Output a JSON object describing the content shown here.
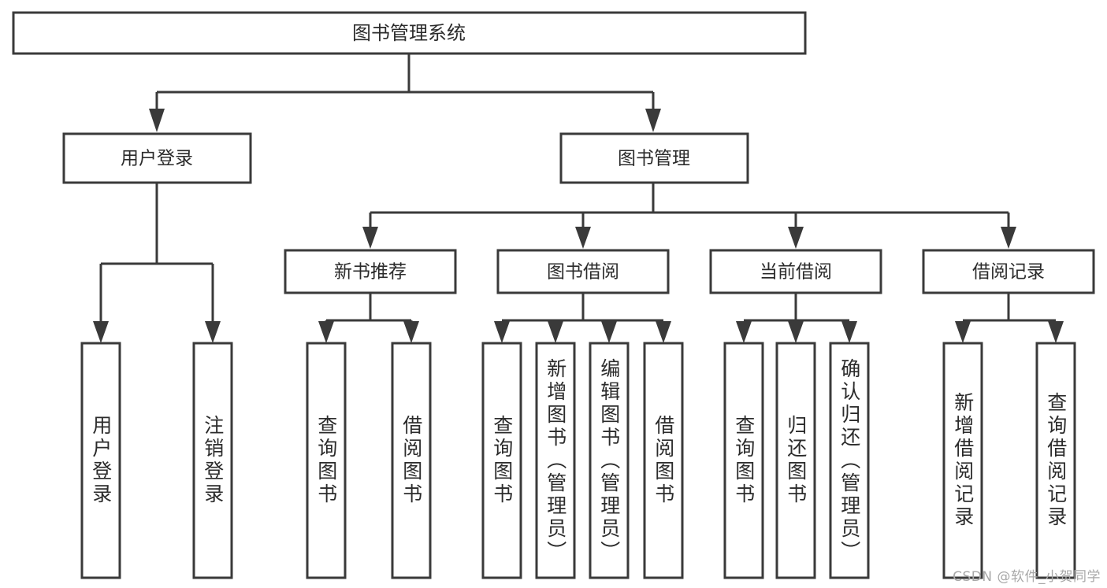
{
  "diagram": {
    "title": "图书管理系统",
    "type": "tree-hierarchy-chart",
    "root": {
      "label": "图书管理系统"
    },
    "level2": [
      {
        "label": "用户登录"
      },
      {
        "label": "图书管理"
      }
    ],
    "level3": [
      {
        "label": "新书推荐"
      },
      {
        "label": "图书借阅"
      },
      {
        "label": "当前借阅"
      },
      {
        "label": "借阅记录"
      }
    ],
    "leaves": {
      "user_login": [
        {
          "label": "用户登录"
        },
        {
          "label": "注销登录"
        }
      ],
      "new_book_recommend": [
        {
          "label": "查询图书"
        },
        {
          "label": "借阅图书"
        }
      ],
      "book_borrow": [
        {
          "label": "查询图书"
        },
        {
          "label": "新增图书（管理员）"
        },
        {
          "label": "编辑图书（管理员）"
        },
        {
          "label": "借阅图书"
        }
      ],
      "current_borrow": [
        {
          "label": "查询图书"
        },
        {
          "label": "归还图书"
        },
        {
          "label": "确认归还（管理员）"
        }
      ],
      "borrow_record": [
        {
          "label": "新增借阅记录"
        },
        {
          "label": "查询借阅记录"
        }
      ]
    },
    "watermark": "CSDN @软件_小贺同学",
    "colors": {
      "box_stroke": "#3a3a3a",
      "box_fill": "#ffffff",
      "text": "#2b2b2b",
      "background": "#ffffff",
      "watermark": "#a8a8a8"
    }
  }
}
